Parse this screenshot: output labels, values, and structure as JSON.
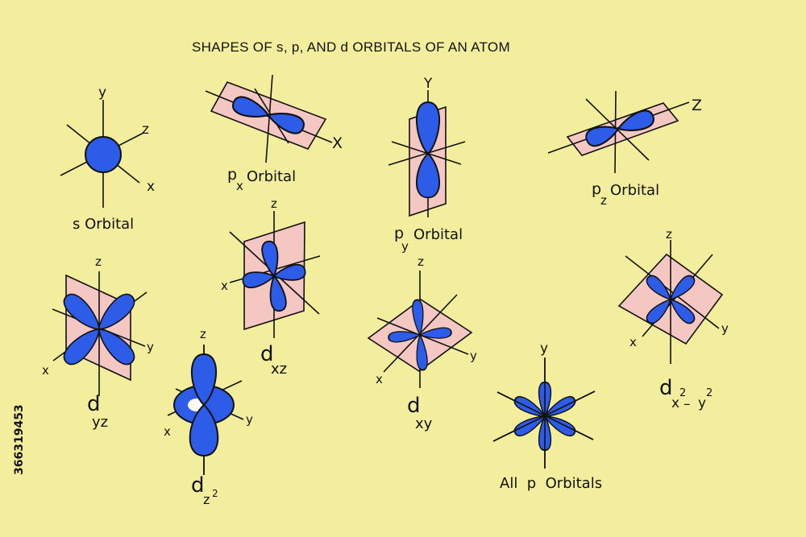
{
  "title": "SHAPES OF  s,  p,  AND  d  ORBITALS  OF AN  ATOM",
  "stock_id": "366319453",
  "colors": {
    "background": "#f3ee9e",
    "lobe": "#2c5ce8",
    "plane": "#f5c7c2",
    "line": "#111111"
  },
  "orbitals": {
    "s": {
      "name": "s Orbital",
      "axes": {
        "y": "y",
        "z": "z",
        "x": "x"
      }
    },
    "px": {
      "p": "p",
      "sub": "x",
      "name": "Orbital",
      "axis": "X"
    },
    "py": {
      "p": "p",
      "sub": "y",
      "name": "Orbital",
      "axis": "Y"
    },
    "pz": {
      "p": "p",
      "sub": "z",
      "name": "Orbital",
      "axis": "Z"
    },
    "dxz": {
      "d": "d",
      "sub": "xz",
      "axes": {
        "z": "z",
        "x": "x"
      }
    },
    "dyz": {
      "d": "d",
      "sub": "yz",
      "axes": {
        "z": "z",
        "y": "y",
        "x": "x"
      }
    },
    "dz2": {
      "d": "d",
      "sub": "z",
      "sup": "2",
      "axes": {
        "z": "z",
        "y": "y",
        "x": "x"
      }
    },
    "dxy": {
      "d": "d",
      "sub": "xy",
      "axes": {
        "z": "z",
        "y": "y",
        "x": "x"
      }
    },
    "dx2y2": {
      "d": "d",
      "sub_x": "x",
      "sup_x": "2",
      "minus": "–",
      "sub_y": "y",
      "sup_y": "2",
      "axes": {
        "z": "z",
        "y": "y",
        "x": "x"
      }
    },
    "all_p": {
      "name": "All  p  Orbitals",
      "axis": "y"
    }
  }
}
